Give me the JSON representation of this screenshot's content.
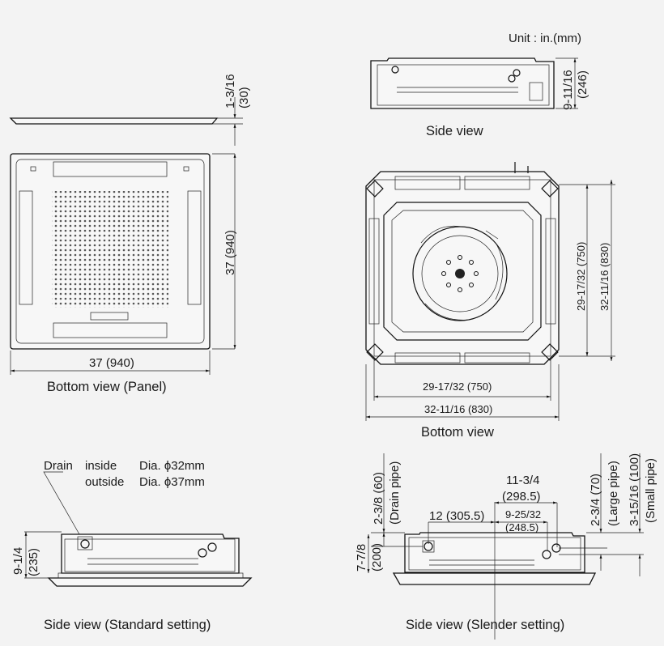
{
  "unit_label": "Unit : in.(mm)",
  "panel": {
    "thickness": "1-3/16",
    "thickness_mm": "(30)",
    "height_dim": "37 (940)",
    "width_dim": "37 (940)",
    "caption": "Bottom view (Panel)"
  },
  "top_side_view": {
    "height_in": "9-11/16",
    "height_mm": "(246)",
    "caption": "Side view"
  },
  "unit_bottom": {
    "inner_v": "29-17/32 (750)",
    "outer_v": "32-11/16 (830)",
    "inner_h": "29-17/32 (750)",
    "outer_h": "32-11/16 (830)",
    "caption": "Bottom view"
  },
  "standard": {
    "drain_label": "Drain",
    "inside_label": "inside",
    "outside_label": "outside",
    "inside_dia": "Dia. ϕ32mm",
    "outside_dia": "Dia. ϕ37mm",
    "height_in": "9-1/4",
    "height_mm": "(235)",
    "caption": "Side view (Standard setting)"
  },
  "slender": {
    "drain_height": "2-3/8 (60)",
    "drain_label": "(Drain pipe)",
    "dim_a_in": "11-3/4",
    "dim_a_mm": "(298.5)",
    "dim_b": "12 (305.5)",
    "dim_c_in": "9-25/32",
    "dim_c_mm": "(248.5)",
    "height_in": "7-7/8",
    "height_mm": "(200)",
    "large_height": "2-3/4 (70)",
    "large_label": "(Large pipe)",
    "small_height": "3-15/16 (100)",
    "small_label": "(Small pipe)",
    "caption": "Side view (Slender setting)"
  }
}
